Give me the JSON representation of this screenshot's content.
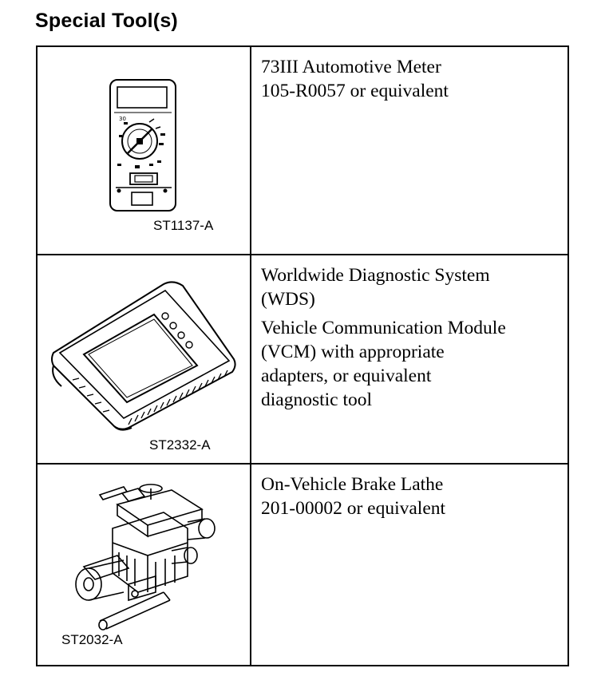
{
  "header": {
    "title": "Special Tool(s)"
  },
  "tools": [
    {
      "code": "ST1137-A",
      "description": [
        "73III Automotive Meter\n105-R0057 or equivalent"
      ],
      "icon": "multimeter-illustration"
    },
    {
      "code": "ST2332-A",
      "description": [
        "Worldwide Diagnostic System\n(WDS)",
        "Vehicle Communication Module\n(VCM) with appropriate\nadapters, or equivalent\ndiagnostic tool"
      ],
      "icon": "diagnostic-tablet-illustration"
    },
    {
      "code": "ST2032-A",
      "description": [
        "On-Vehicle Brake Lathe\n201-00002 or equivalent"
      ],
      "icon": "brake-lathe-illustration"
    }
  ]
}
